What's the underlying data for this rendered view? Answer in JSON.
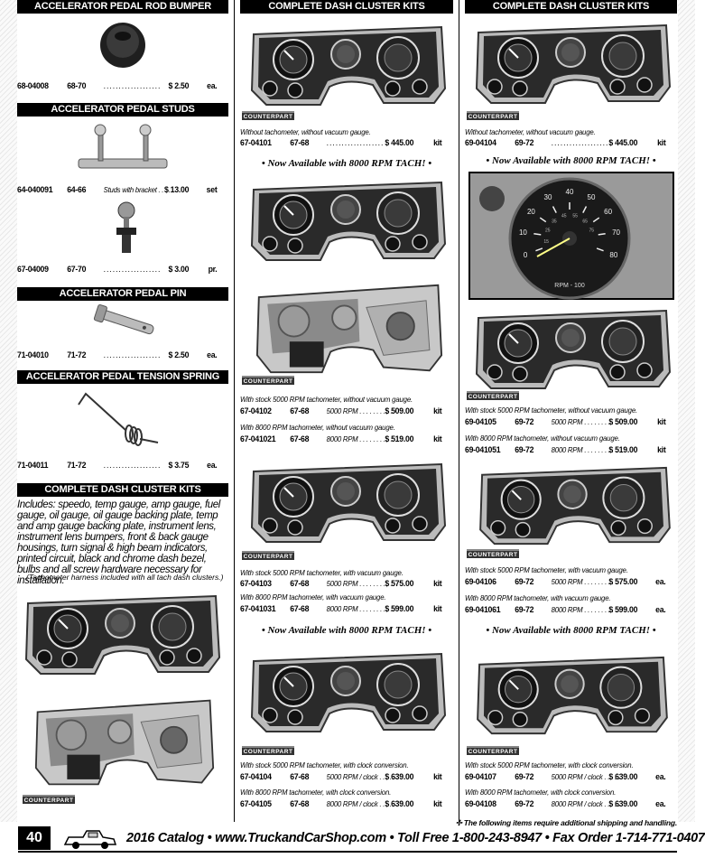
{
  "col1": {
    "s1_header": "ACCELERATOR PEDAL ROD BUMPER",
    "s1_item": {
      "pn": "68-04008",
      "years": "68-70",
      "dots": "...................",
      "price": "$ 2.50",
      "unit": "ea."
    },
    "s2_header": "ACCELERATOR PEDAL STUDS",
    "s2_item1": {
      "pn": "64-040091",
      "years": "64-66",
      "note": "Studs with bracket . . . . .",
      "price": "$ 13.00",
      "unit": "set"
    },
    "s2_item2": {
      "pn": "67-04009",
      "years": "67-70",
      "dots": "...................",
      "price": "$ 3.00",
      "unit": "pr."
    },
    "s3_header": "ACCELERATOR PEDAL PIN",
    "s3_item": {
      "pn": "71-04010",
      "years": "71-72",
      "dots": "...................",
      "price": "$ 2.50",
      "unit": "ea."
    },
    "s4_header": "ACCELERATOR PEDAL TENSION SPRING",
    "s4_item": {
      "pn": "71-04011",
      "years": "71-72",
      "dots": "...................",
      "price": "$ 3.75",
      "unit": "ea."
    },
    "s5_header": "COMPLETE DASH CLUSTER KITS",
    "includes": "Includes: speedo, temp gauge, amp gauge, fuel gauge, oil gauge, oil gauge backing plate, temp and amp gauge backing plate, instrument lens, instrument lens bumpers, front & back gauge housings, turn signal & high beam indicators, printed circuit, black and chrome dash bezel, bulbs and all screw hardware necessary for installation.",
    "tach_note": "(Tachometer harness included with all tach dash clusters.)"
  },
  "badge": "COUNTERPART",
  "col2": {
    "header": "COMPLETE DASH CLUSTER KITS",
    "d1": "Without tachometer, without vacuum gauge.",
    "i1": {
      "pn": "67-04101",
      "years": "67-68",
      "dots": "...................",
      "price": "$ 445.00",
      "unit": "kit"
    },
    "avail1": "•  Now Available with 8000 RPM TACH!  •",
    "d2": "With stock 5000 RPM tachometer, without vacuum gauge.",
    "i2": {
      "pn": "67-04102",
      "years": "67-68",
      "note": "5000 RPM . . . . . . . . . .",
      "price": "$ 509.00",
      "unit": "kit"
    },
    "d3": "With 8000 RPM tachometer, without vacuum gauge.",
    "i3": {
      "pn": "67-041021",
      "years": "67-68",
      "note": "8000 RPM . . . . . . . . . .",
      "price": "$ 519.00",
      "unit": "kit"
    },
    "d4": "With stock 5000 RPM tachometer, with vacuum gauge.",
    "i4": {
      "pn": "67-04103",
      "years": "67-68",
      "note": "5000 RPM . . . . . . . . . .",
      "price": "$ 575.00",
      "unit": "kit"
    },
    "d5": "With 8000 RPM tachometer, with vacuum gauge.",
    "i5": {
      "pn": "67-041031",
      "years": "67-68",
      "note": "8000 RPM . . . . . . . . . .",
      "price": "$ 599.00",
      "unit": "kit"
    },
    "avail2": "•  Now Available with 8000 RPM TACH!  •",
    "d6": "With stock 5000 RPM tachometer, with clock conversion.",
    "i6": {
      "pn": "67-04104",
      "years": "67-68",
      "note": "5000 RPM / clock . . . . .",
      "price": "$ 639.00",
      "unit": "kit"
    },
    "d7": "With 8000 RPM tachometer, with clock conversion.",
    "i7": {
      "pn": "67-04105",
      "years": "67-68",
      "note": "8000 RPM / clock . . . . .",
      "price": "$ 639.00",
      "unit": "kit"
    }
  },
  "col3": {
    "header": "COMPLETE DASH CLUSTER KITS",
    "d1": "Without tachometer, without vacuum gauge.",
    "i1": {
      "pn": "69-04104",
      "years": "69-72",
      "dots": "...................",
      "price": "$ 445.00",
      "unit": "kit"
    },
    "avail1": "•  Now Available with 8000 RPM TACH!  •",
    "tach_face": {
      "ticks": [
        "0",
        "10",
        "20",
        "30",
        "40",
        "50",
        "60",
        "70",
        "80"
      ],
      "inner": [
        "15",
        "25",
        "35",
        "45",
        "55",
        "65",
        "75"
      ],
      "caption": "RPM - 100"
    },
    "d2": "With stock 5000 RPM tachometer, without vacuum gauge.",
    "i2": {
      "pn": "69-04105",
      "years": "69-72",
      "note": "5000 RPM . . . . . . . . . .",
      "price": "$ 509.00",
      "unit": "kit"
    },
    "d3": "With 8000 RPM tachometer, without vacuum gauge.",
    "i3": {
      "pn": "69-041051",
      "years": "69-72",
      "note": "8000 RPM . . . . . . . . . .",
      "price": "$ 519.00",
      "unit": "kit"
    },
    "d4": "With stock 5000 RPM tachometer, with vacuum gauge.",
    "i4": {
      "pn": "69-04106",
      "years": "69-72",
      "note": "5000 RPM . . . . . . . . . .",
      "price": "$ 575.00",
      "unit": "ea."
    },
    "d5": "With 8000 RPM tachometer, with vacuum gauge.",
    "i5": {
      "pn": "69-041061",
      "years": "69-72",
      "note": "8000 RPM . . . . . . . . . .",
      "price": "$ 599.00",
      "unit": "ea."
    },
    "avail2": "•  Now Available with 8000 RPM TACH!  •",
    "d6": "With stock 5000 RPM tachometer, with clock conversion.",
    "i6": {
      "pn": "69-04107",
      "years": "69-72",
      "note": "5000 RPM / clock . . . . .",
      "price": "$ 639.00",
      "unit": "ea."
    },
    "d7": "With 8000 RPM tachometer, with clock conversion.",
    "i7": {
      "pn": "69-04108",
      "years": "69-72",
      "note": "8000 RPM / clock . . . . .",
      "price": "$ 639.00",
      "unit": "ea."
    }
  },
  "footer": {
    "ship_note": "✢  The following items require additional shipping and handling.",
    "page": "40",
    "text": "2016 Catalog  •  www.TruckandCarShop.com  •  Toll Free  1-800-243-8947  •  Fax Order  1-714-771-0407"
  }
}
